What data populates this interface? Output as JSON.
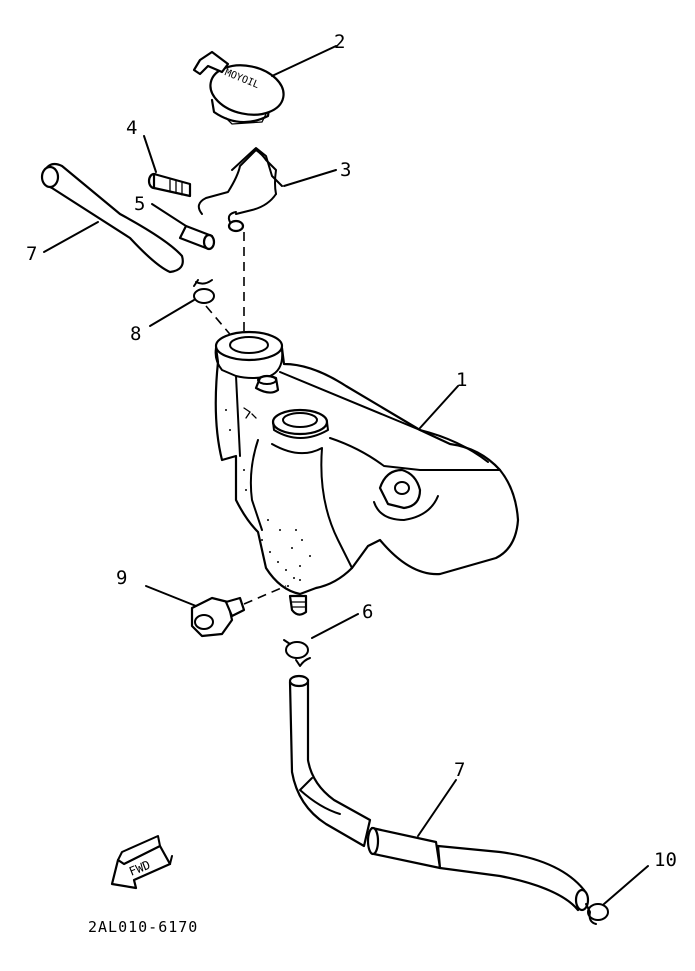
{
  "diagram": {
    "drawing_code": "2AL010-6170",
    "direction_badge": "FWD",
    "cap_lettering": "MOYOIL",
    "callouts": [
      {
        "id": "callout-1",
        "label": "1"
      },
      {
        "id": "callout-2",
        "label": "2"
      },
      {
        "id": "callout-3",
        "label": "3"
      },
      {
        "id": "callout-4",
        "label": "4"
      },
      {
        "id": "callout-5",
        "label": "5"
      },
      {
        "id": "callout-6",
        "label": "6"
      },
      {
        "id": "callout-7a",
        "label": "7"
      },
      {
        "id": "callout-7b",
        "label": "7"
      },
      {
        "id": "callout-8",
        "label": "8"
      },
      {
        "id": "callout-9",
        "label": "9"
      },
      {
        "id": "callout-10",
        "label": "10"
      }
    ]
  }
}
